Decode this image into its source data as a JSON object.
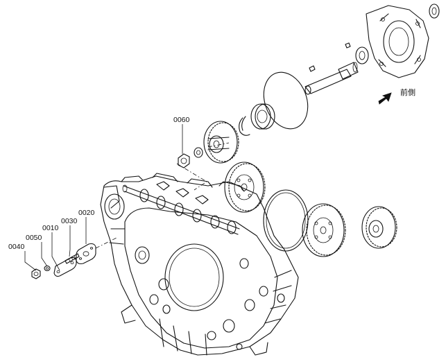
{
  "diagram": {
    "callouts": [
      {
        "id": "p0040",
        "label": "0040"
      },
      {
        "id": "p0050",
        "label": "0050"
      },
      {
        "id": "p0010",
        "label": "0010"
      },
      {
        "id": "p0030",
        "label": "0030"
      },
      {
        "id": "p0020",
        "label": "0020"
      },
      {
        "id": "p0060",
        "label": "0060"
      }
    ],
    "front_label": "前側"
  }
}
